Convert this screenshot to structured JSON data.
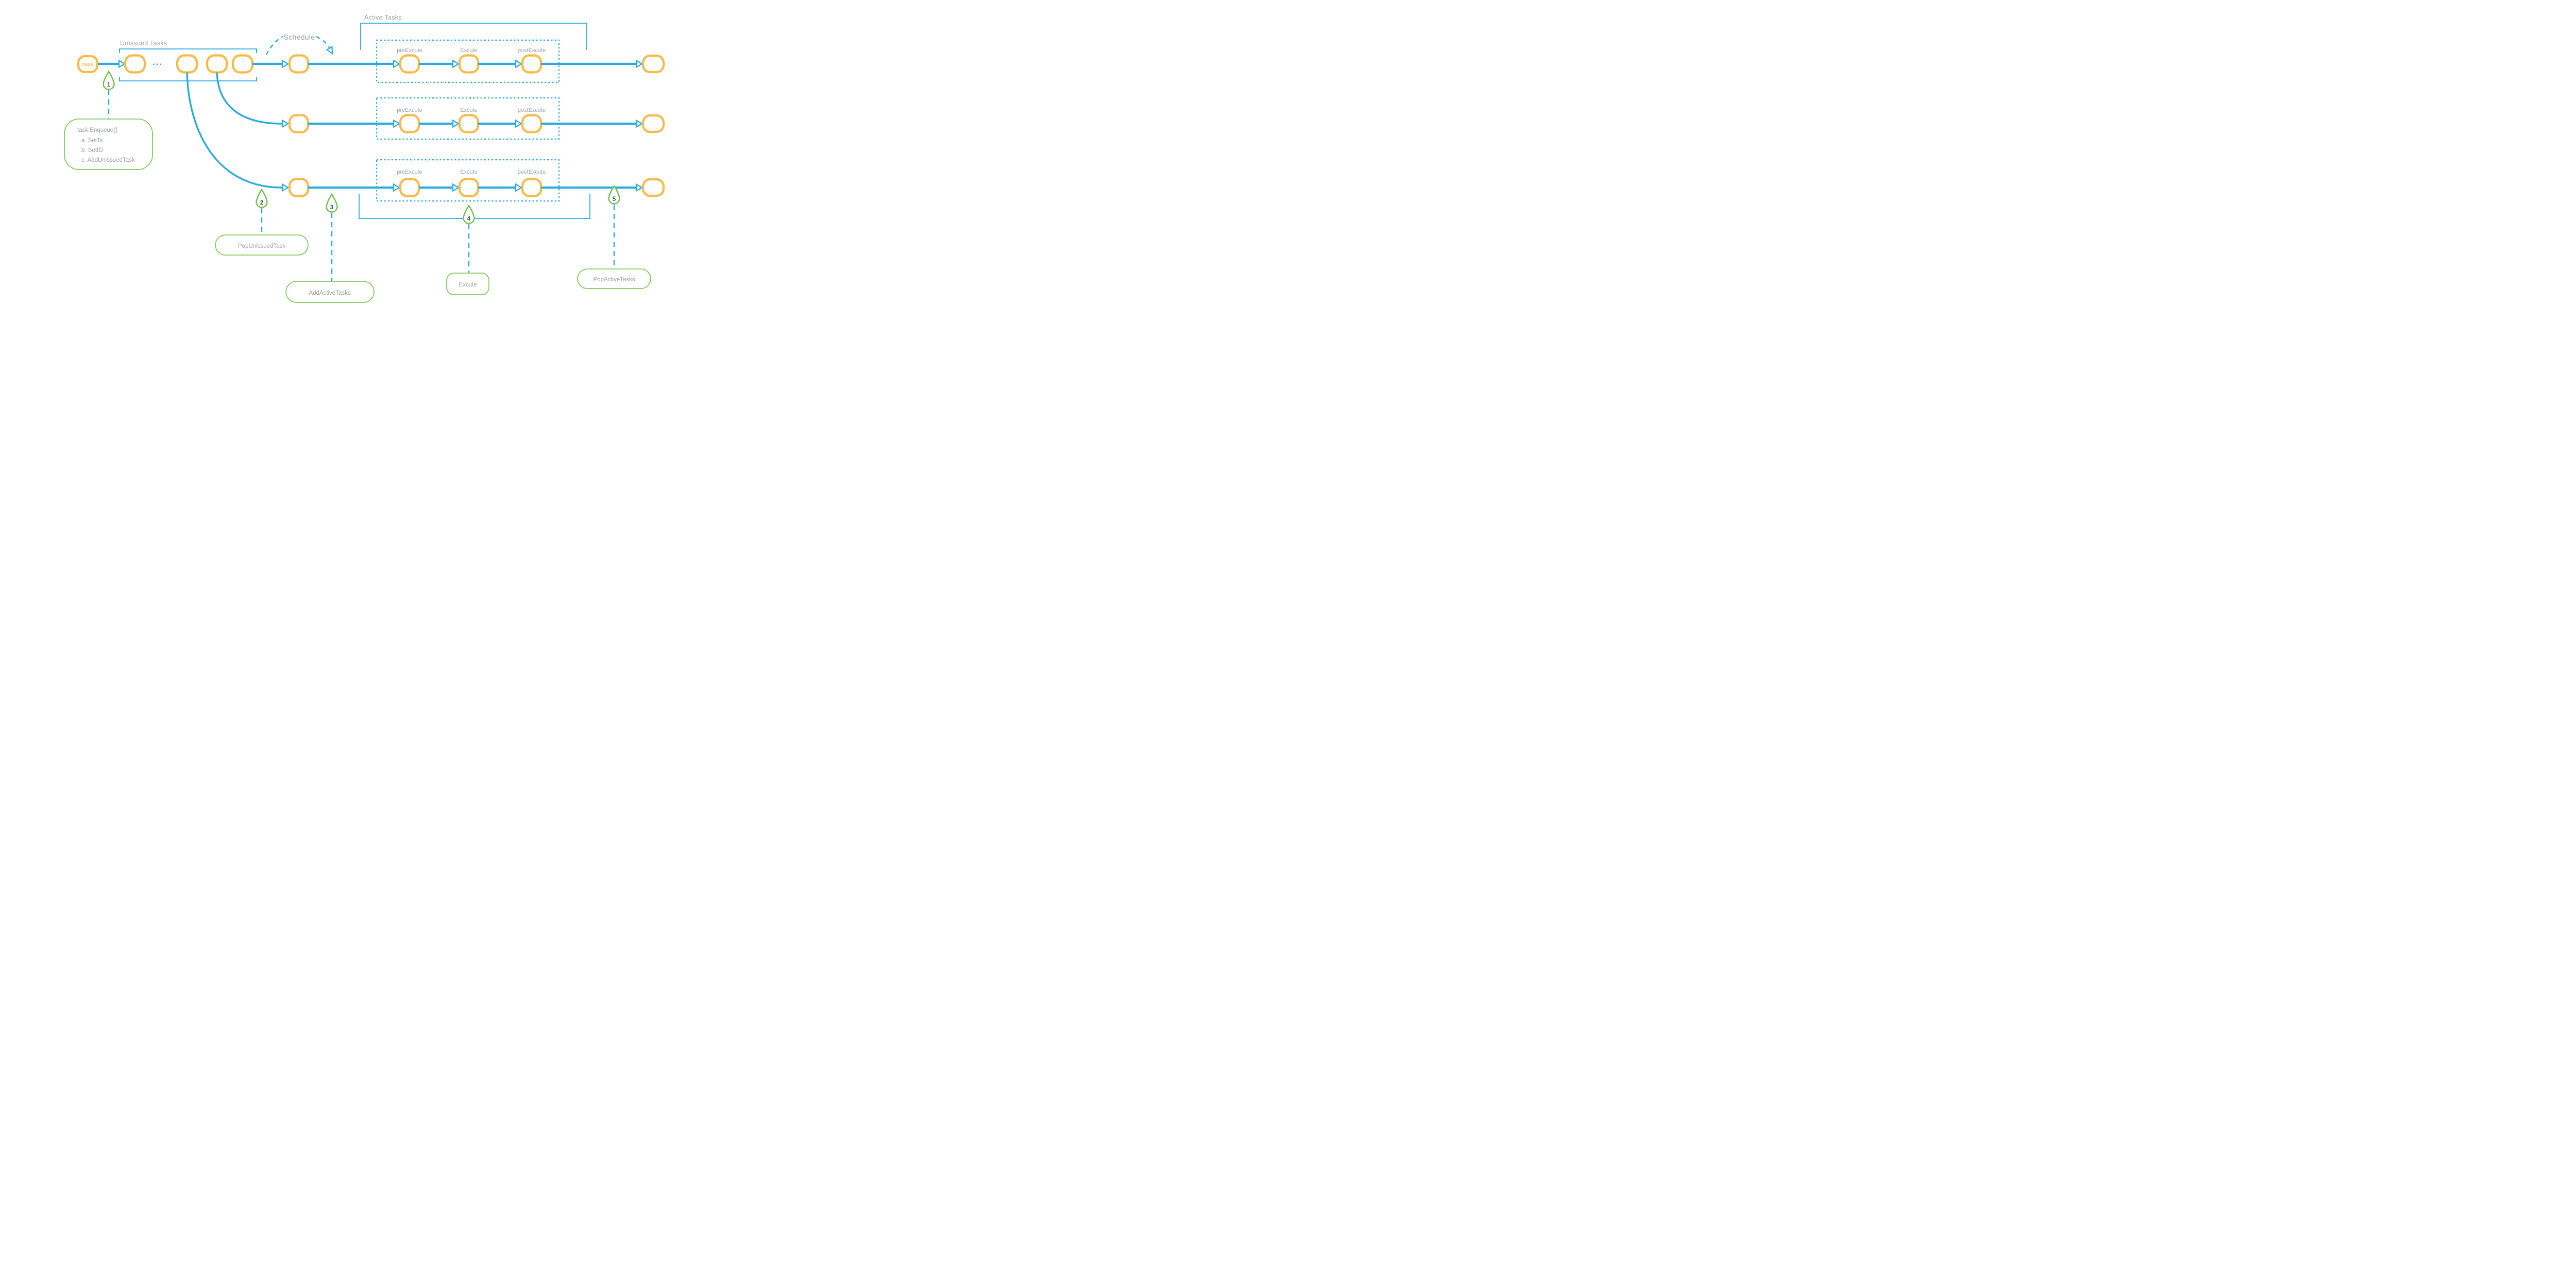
{
  "diagram": {
    "task_node_label": "task",
    "queue_ellipsis": "...",
    "unissued_section_label": "Unissued Tasks",
    "schedule_label": "Schedule",
    "active_section_label": "Active Tasks",
    "stage_labels": {
      "pre": "preExcute",
      "exec": "Excute",
      "post": "postExcute"
    },
    "markers": [
      "1",
      "2",
      "3",
      "4",
      "5"
    ],
    "callouts": {
      "enqueue": {
        "line1": "task.Enqueue()",
        "line2": "a. SetTs",
        "line3": "b. SetID",
        "line4": "c. AddUnissuedTask"
      },
      "pop_unissued": "PopUnissuedTask",
      "add_active": "AddActiveTasks",
      "excute": "Excute",
      "pop_active": "PopActiveTasks"
    },
    "colors": {
      "flow_blue": "#29ABE2",
      "node_orange": "#FBB945",
      "marker_green": "#6CC04A",
      "callout_green": "#83CB5E",
      "label_gray": "#9EA3A8",
      "number_gray": "#4D4D4F"
    }
  }
}
